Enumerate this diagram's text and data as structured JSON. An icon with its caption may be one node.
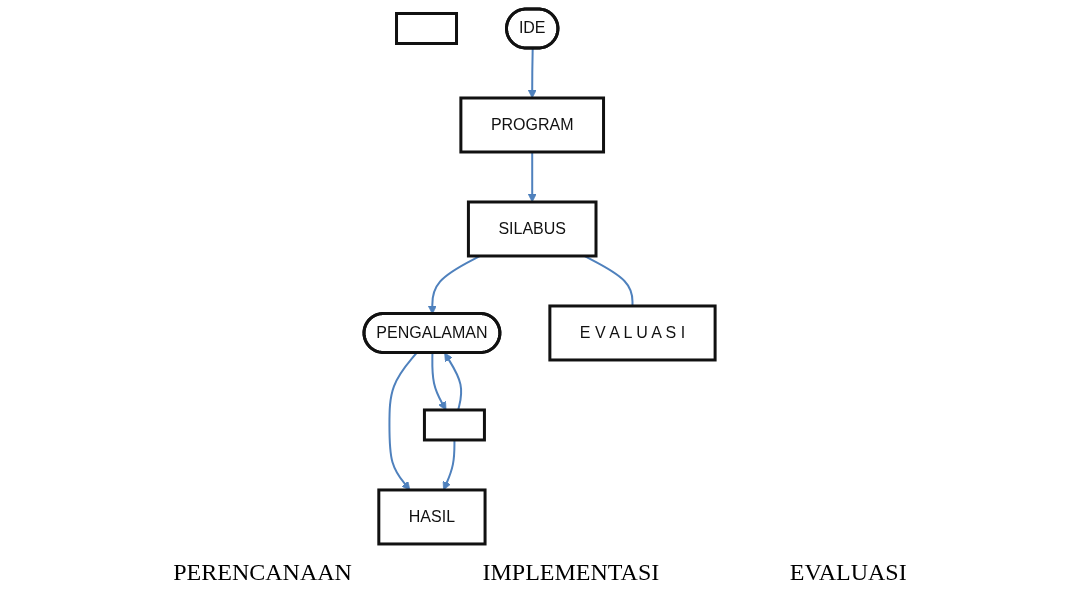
{
  "diagram": {
    "nodes": [
      {
        "text": [],
        "shape": "box"
      },
      {
        "text": [
          "IDE"
        ]
      },
      {
        "text": [
          "HASIL"
        ]
      },
      {
        "text": [],
        "shape": "box"
      },
      {
        "text": [
          "PROGRAM"
        ]
      },
      {
        "text": [
          "PENGALAMAN"
        ]
      },
      {
        "text": [
          "SILABUS"
        ]
      },
      {
        "text": [
          "E V A L U A S I"
        ]
      }
    ],
    "edges": [
      {
        "from": 1,
        "to": 4,
        "arrow": "to"
      },
      {
        "from": 4,
        "to": 6,
        "arrow": "to"
      },
      {
        "from": 6,
        "to": 5,
        "arrow": "to"
      },
      {
        "from": 5,
        "to": 2,
        "arrow": "to"
      },
      {
        "from": 5,
        "to": 3,
        "arrow": "to"
      },
      {
        "from": 3,
        "to": 5,
        "arrow": "to"
      },
      {
        "from": 3,
        "to": 2,
        "arrow": "to"
      },
      {
        "from": 6,
        "to": 7,
        "arrow": "none"
      }
    ],
    "labels": [
      "PERENCANAAN",
      "IMPLEMENTASI",
      "EVALUASI"
    ]
  }
}
